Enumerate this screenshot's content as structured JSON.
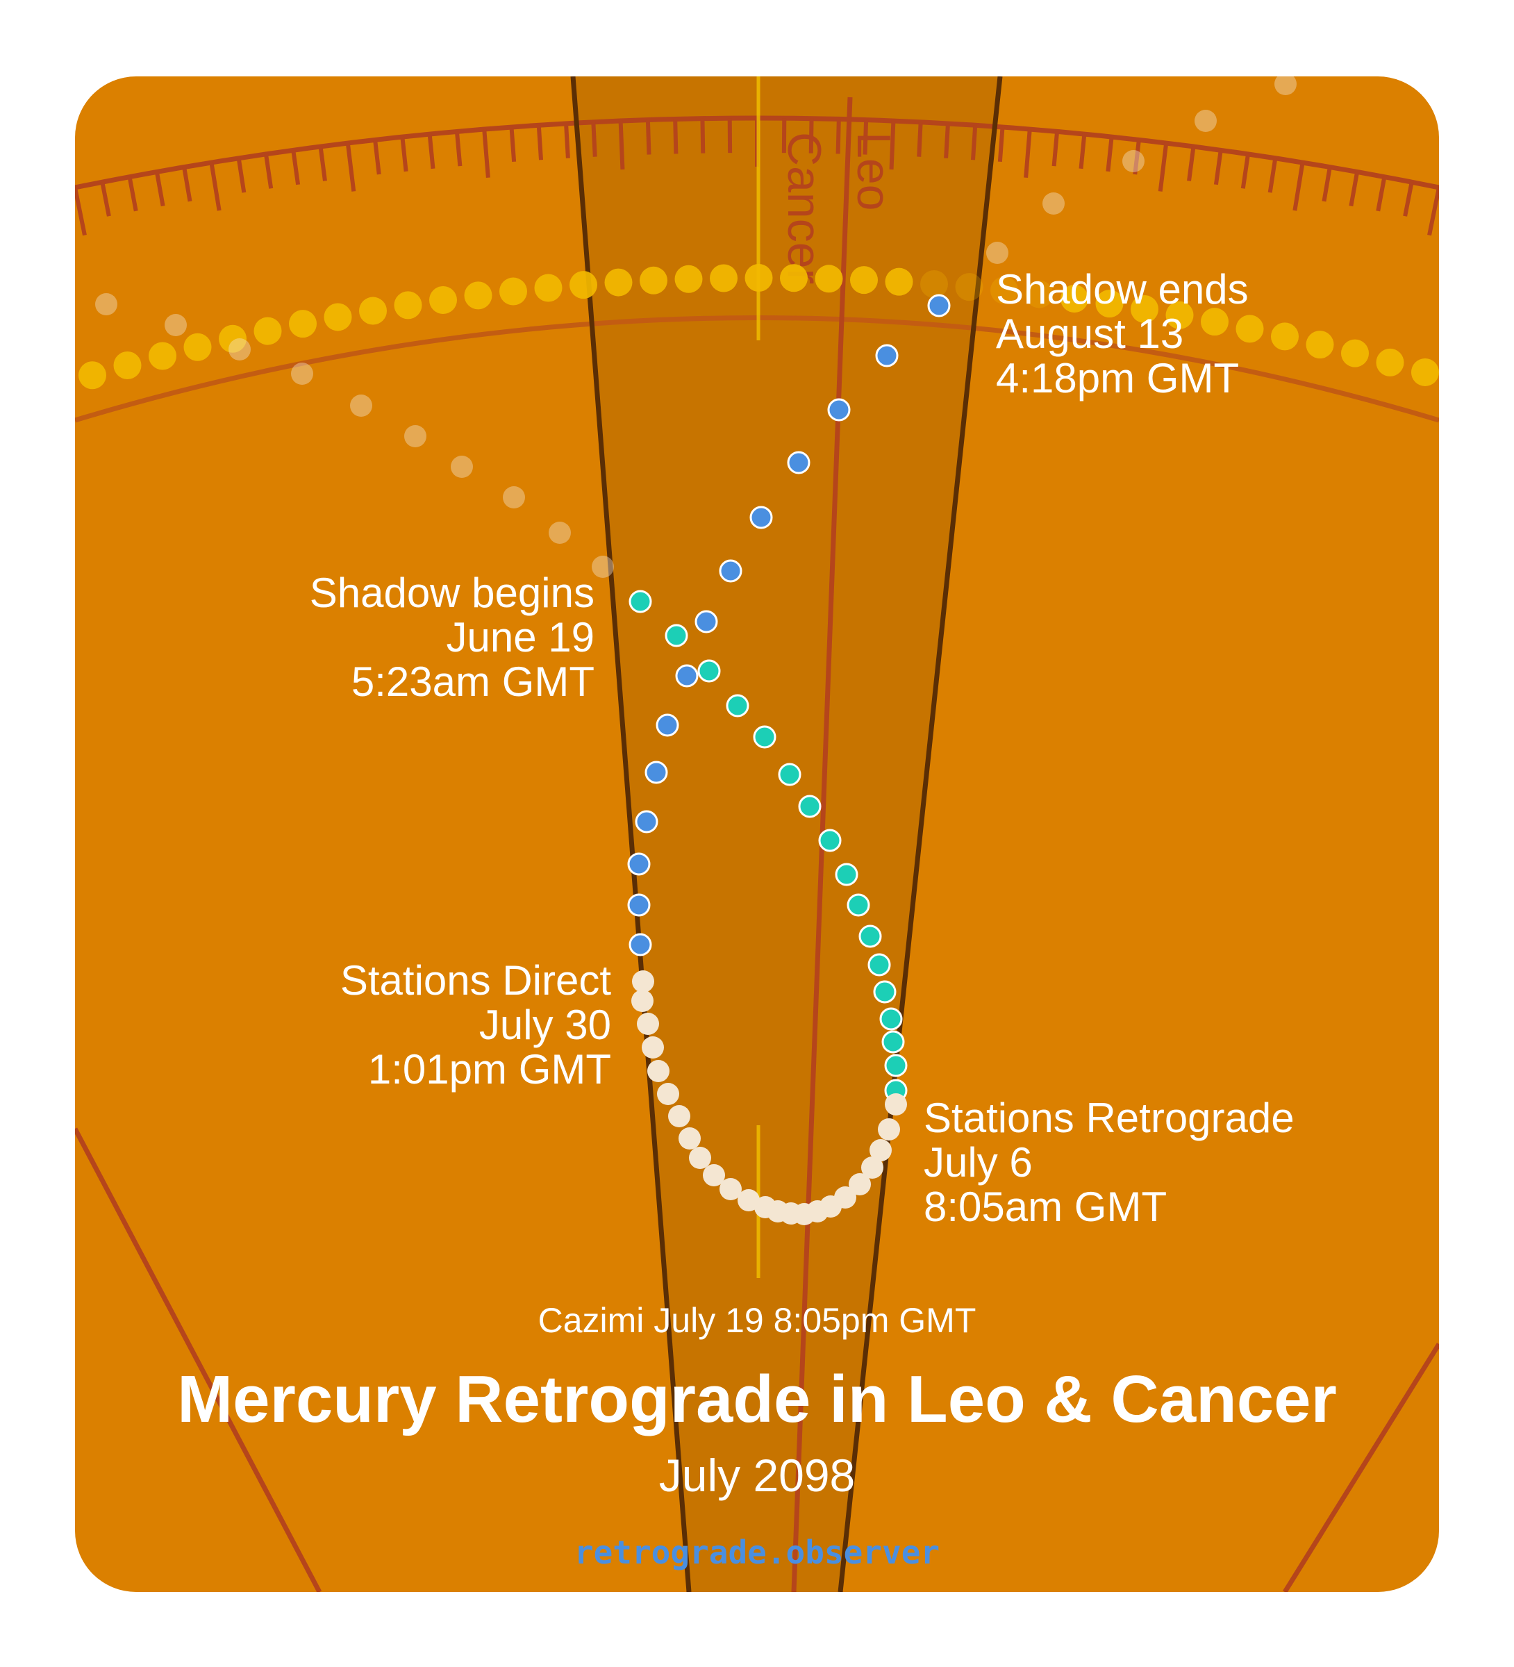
{
  "title": "Mercury Retrograde in Leo & Cancer",
  "subtitle": "July 2098",
  "cazimi": "Cazimi July 19 8:05pm GMT",
  "site": "retrograde.observer",
  "signs": [
    "Leo",
    "Cancer"
  ],
  "events": {
    "shadow_begins": [
      "Shadow begins",
      "June 19",
      "5:23am GMT"
    ],
    "stations_retrograde": [
      "Stations Retrograde",
      "July 6",
      "8:05am GMT"
    ],
    "stations_direct": [
      "Stations Direct",
      "July 30",
      "1:01pm GMT"
    ],
    "shadow_ends": [
      "Shadow ends",
      "August 13",
      "4:18pm GMT"
    ]
  },
  "colors": {
    "background": "#db8000",
    "sign_band": "#c77400",
    "ecliptic_dots": "#f2b800",
    "pre_shadow": "#1ccfb6",
    "retrograde": "#f4e6d2",
    "post_shadow": "#4a8fe0",
    "zodiac_lines": "#b5451b"
  }
}
